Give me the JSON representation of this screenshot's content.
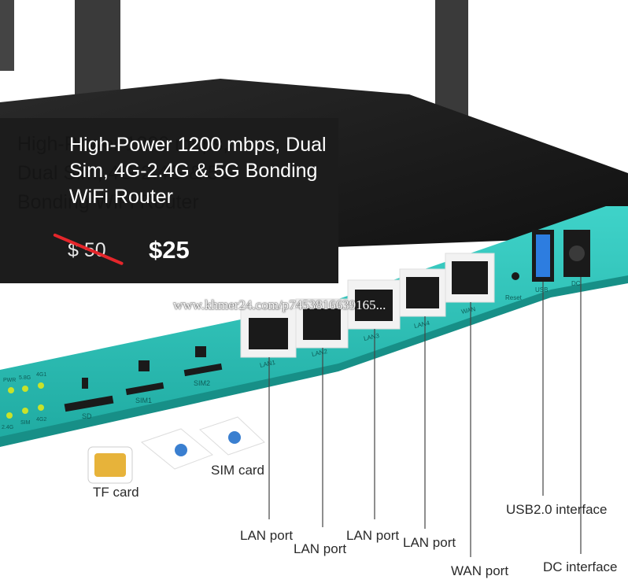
{
  "listing": {
    "title": "High-Power 1200 mbps, Dual Sim, 4G-2.4G & 5G Bonding WiFi Router",
    "old_price": "$ 50",
    "new_price": "$25",
    "watermark": "www.khmer24.com/p7453816639165..."
  },
  "labels": {
    "tf_card": "TF card",
    "sim_card": "SIM card",
    "lan_port": "LAN port",
    "wan_port": "WAN port",
    "usb": "USB2.0 interface",
    "dc": "DC interface"
  },
  "device_text": {
    "lan1": "LAN1",
    "lan2": "LAN2",
    "lan3": "LAN3",
    "lan4": "LAN4",
    "wan": "WAN",
    "reset": "Reset",
    "usb": "USB",
    "dc": "DC",
    "sd": "SD",
    "sim1": "SIM1",
    "sim2": "SIM2",
    "led_power": "PWR",
    "led_58g": "5.8G",
    "led_4g1": "4G1",
    "led_24g": "2.4G",
    "led_sim": "SIM",
    "led_4g2": "4G2"
  },
  "colors": {
    "chassis": "#1b1b1b",
    "panel": "#29c0b7",
    "strike": "#e5262b"
  }
}
